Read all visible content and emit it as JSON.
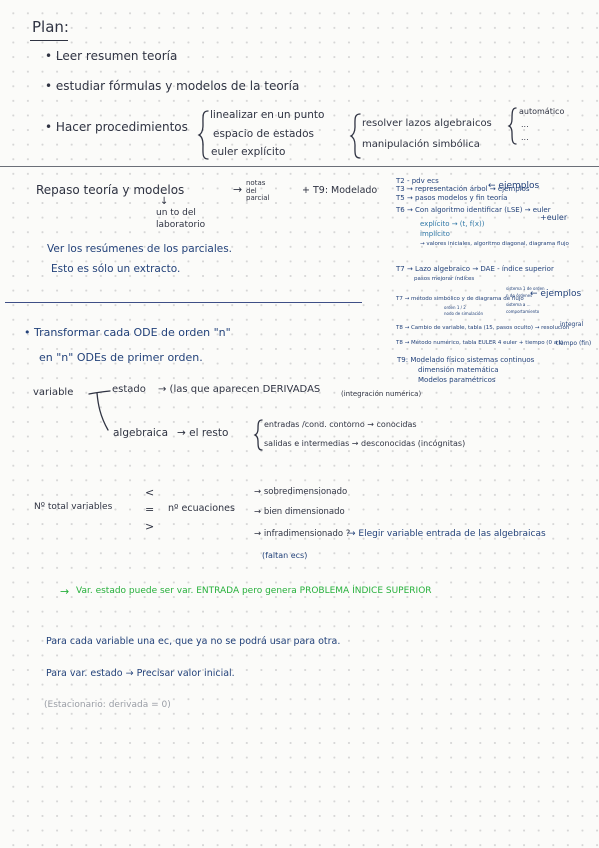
{
  "plan": {
    "title": "Plan:",
    "items": [
      "Leer resumen teoría",
      "estudiar fórmulas y modelos de la teoría",
      "Hacer procedimientos"
    ],
    "procedures": [
      "linealizar en un punto",
      "espacio de estados",
      "euler explícito"
    ],
    "solve": [
      "resolver lazos algebraicos",
      "manipulación simbólica"
    ],
    "solve_sub": [
      "automático",
      "...",
      "..."
    ]
  },
  "repaso": {
    "title": "Repaso teoría y modelos",
    "arrow_note": "notas del parcial",
    "plus_t9": "+ T9: Modelado",
    "below_note_1": "un to del",
    "below_note_2": "laboratorio",
    "line1": "Ver los resúmenes de los parciales.",
    "line2": "Esto es sólo un extracto."
  },
  "topics": {
    "list": [
      "T2 - pdv ecs",
      "T3 → representación árbol → ejemplos",
      "T5 → pasos modelos y fin teoría",
      "T6 → Con algoritmo identificar (LSE) → euler",
      "explícito → (t, f(x))",
      "implícito",
      "→ valores iniciales, algoritmo diagonal, diagrama flujo",
      "T7 → Lazo algebraico → DAE - índice superior",
      "pasos mejorar índices",
      "T7 → método simbólico y de diagrama de flujo",
      "T8 → Cambio de variable, tabla (15, pasos oculto) → resolución",
      "T8 → Método numérico, tabla EULER 4 euler + tiempo (0 a t)",
      "T9: Modelado físico sistemas continuos",
      "dimensión matemática",
      "Modelos paramétricos"
    ],
    "side_notes": [
      "← ejemplos",
      "+euler",
      "← ejemplos",
      "integral",
      "tiempo (fin)"
    ],
    "tiny_notes": [
      "sistema 1 de orden",
      "n de órdenes",
      "orden 1 / 2",
      "nodo de simulación",
      "sistema a ...",
      "comportamiento"
    ]
  },
  "transform": {
    "line1": "• Transformar cada ODE de orden \"n\"",
    "line2": "en \"n\" ODEs de primer orden."
  },
  "variables": {
    "label": "variable",
    "estado": "estado",
    "estado_desc": "→ (las que aparecen DERIVADAS",
    "estado_note": "(integración numérica)",
    "algebraica": "algebraica",
    "resto": "→ el resto",
    "entradas": "entradas /cond. contorno → conocidas",
    "salidas": "salidas e intermedias → desconocidas (incógnitas)"
  },
  "equations": {
    "lhs": "Nº total variables",
    "symbols": [
      "<",
      "=",
      ">"
    ],
    "rhs": "nº ecuaciones",
    "outcomes": [
      "→ sobredimensionado",
      "→ bien dimensionado",
      "→ infradimensionado ?"
    ],
    "action": "→ Elegir variable entrada de las algebraicas",
    "missing": "(faltan ecs)"
  },
  "notes": {
    "green": "Var. estado puede ser var. ENTRADA pero genera PROBLEMA ÍNDICE SUPERIOR",
    "n1": "Para cada variable una ec, que ya no se podrá usar para otra.",
    "n2": "Para var. estado → Precisar valor inicial.",
    "n3": "(Estacionario: derivada = 0)"
  },
  "colors": {
    "ink": "#2f3342",
    "navy": "#23427a",
    "light_blue": "#2f77a6",
    "green": "#27b03c",
    "gray": "#9a9ea6"
  }
}
